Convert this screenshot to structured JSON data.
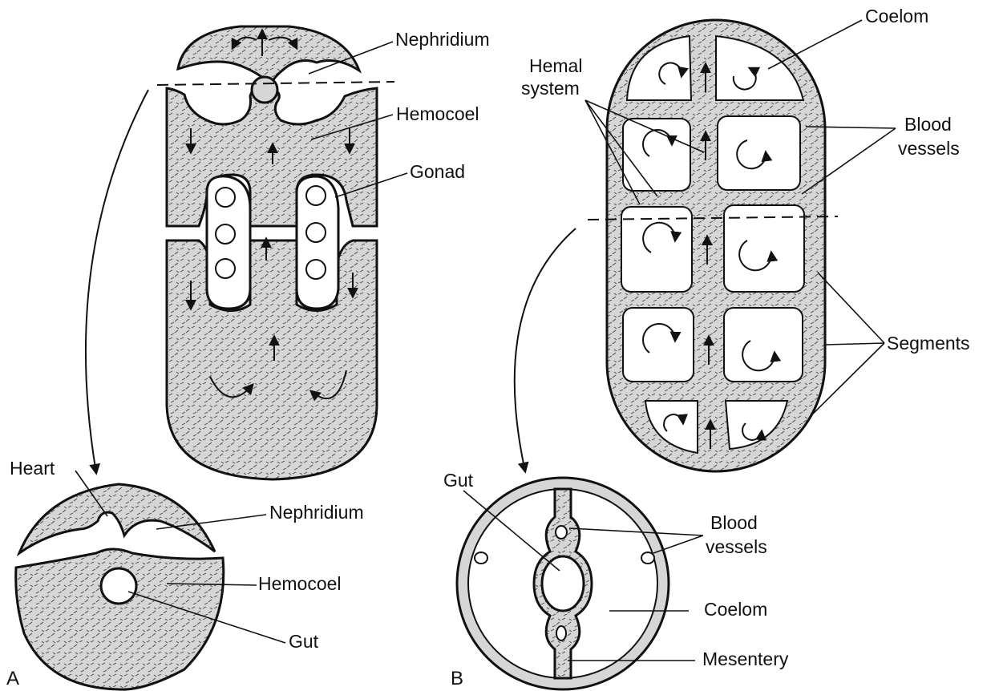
{
  "panel_a": {
    "letter": "A",
    "labels": {
      "nephridium_top": "Nephridium",
      "hemocoel_top": "Hemocoel",
      "gonad": "Gonad",
      "heart": "Heart",
      "nephridium_bottom": "Nephridium",
      "hemocoel_bottom": "Hemocoel",
      "gut": "Gut"
    }
  },
  "panel_b": {
    "letter": "B",
    "labels": {
      "coelom_top": "Coelom",
      "hemal_line1": "Hemal",
      "hemal_line2": "system",
      "blood_vessels_top_line1": "Blood",
      "blood_vessels_top_line2": "vessels",
      "segments": "Segments",
      "gut": "Gut",
      "blood_vessels_bottom_line1": "Blood",
      "blood_vessels_bottom_line2": "vessels",
      "coelom_bottom": "Coelom",
      "mesentery": "Mesentery"
    }
  },
  "colors": {
    "ink": "#111111",
    "tissue_fill": "#d6d6d6",
    "background": "#ffffff"
  }
}
